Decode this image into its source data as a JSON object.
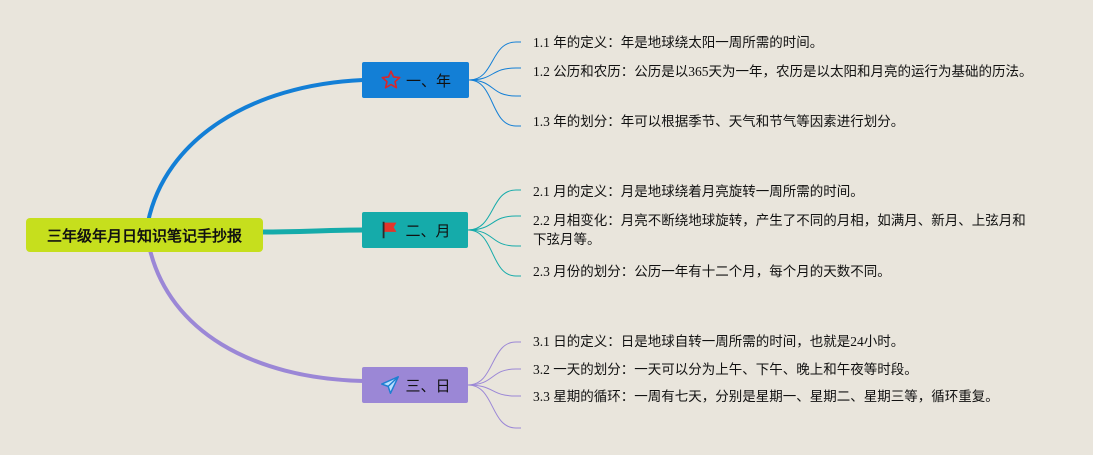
{
  "root": {
    "title": "三年级年月日知识笔记手抄报"
  },
  "colors": {
    "background": "#e9e5dc",
    "root": "#c6df1d",
    "year": "#137fd6",
    "month": "#15abaa",
    "day": "#9b87d6"
  },
  "branches": [
    {
      "label": "一、年",
      "icon": "star-icon",
      "leaves": [
        "1.1 年的定义：年是地球绕太阳一周所需的时间。",
        "1.2 公历和农历：公历是以365天为一年，农历是以太阳和月亮的运行为基础的历法。",
        "1.3 年的划分：年可以根据季节、天气和节气等因素进行划分。"
      ]
    },
    {
      "label": "二、月",
      "icon": "flag-icon",
      "leaves": [
        "2.1 月的定义：月是地球绕着月亮旋转一周所需的时间。",
        "2.2 月相变化：月亮不断绕地球旋转，产生了不同的月相，如满月、新月、上弦月和下弦月等。",
        "2.3 月份的划分：公历一年有十二个月，每个月的天数不同。"
      ]
    },
    {
      "label": "三、日",
      "icon": "paper-plane-icon",
      "leaves": [
        "3.1 日的定义：日是地球自转一周所需的时间，也就是24小时。",
        "3.2 一天的划分：一天可以分为上午、下午、晚上和午夜等时段。",
        "3.3 星期的循环：一周有七天，分别是星期一、星期二、星期三等，循环重复。"
      ]
    }
  ]
}
